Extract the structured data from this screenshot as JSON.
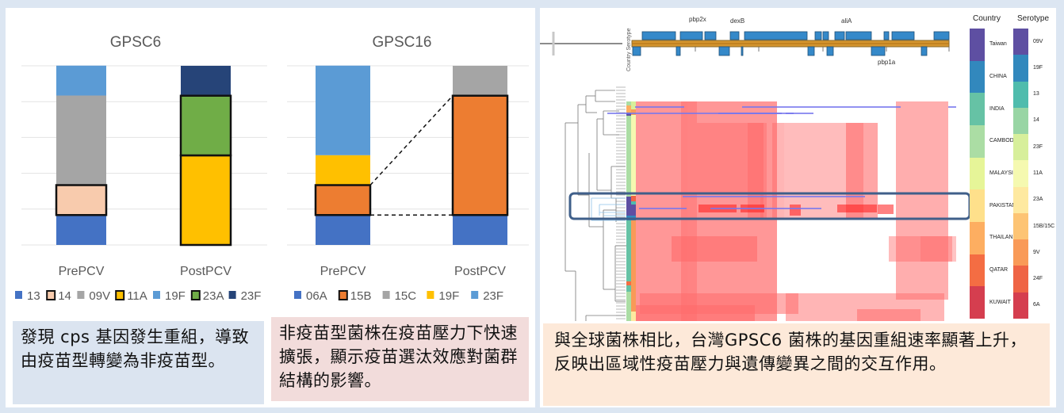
{
  "left_panel": {
    "captions": [
      "發現 cps 基因發生重組，導致由疫苗型轉變為非疫苗型。",
      "非疫苗型菌株在疫苗壓力下快速擴張，顯示疫苗選汰效應對菌群結構的影響。"
    ]
  },
  "right_panel": {
    "caption": "與全球菌株相比，台灣GPSC6 菌株的基因重組速率顯著上升，反映出區域性疫苗壓力與遺傳變異之間的交互作用。",
    "gene_labels": [
      "pbp2x",
      "dexB",
      "aliA",
      "pbp1a"
    ],
    "track_label": "Country Serotype",
    "legend_country": {
      "title": "Country",
      "items": [
        {
          "label": "Taiwan",
          "color": "#5e4fa2"
        },
        {
          "label": "CHINA",
          "color": "#3288bd"
        },
        {
          "label": "INDIA",
          "color": "#66c2a5"
        },
        {
          "label": "CAMBODIA",
          "color": "#abdda4"
        },
        {
          "label": "MALAYSIA",
          "color": "#e6f598"
        },
        {
          "label": "PAKISTAN",
          "color": "#fee08b"
        },
        {
          "label": "THAILAND",
          "color": "#fdae61"
        },
        {
          "label": "QATAR",
          "color": "#f46d43"
        },
        {
          "label": "KUWAIT",
          "color": "#d53e4f"
        }
      ]
    },
    "legend_serotype": {
      "title": "Serotype",
      "items": [
        {
          "label": "09V",
          "color": "#5e4fa2"
        },
        {
          "label": "19F",
          "color": "#3288bd"
        },
        {
          "label": "13",
          "color": "#4fbcad"
        },
        {
          "label": "14",
          "color": "#98d5a4"
        },
        {
          "label": "23F",
          "color": "#d7ef9b"
        },
        {
          "label": "11A",
          "color": "#f5f9b0"
        },
        {
          "label": "23A",
          "color": "#fee9a0"
        },
        {
          "label": "15B/15C",
          "color": "#fdc474"
        },
        {
          "label": "9V",
          "color": "#f99a58"
        },
        {
          "label": "24F",
          "color": "#ef6445"
        },
        {
          "label": "6A",
          "color": "#d53e4f"
        }
      ]
    }
  },
  "chart_data": [
    {
      "type": "bar",
      "stacked": true,
      "title": "GPSC6",
      "categories": [
        "PrePCV",
        "PostPCV"
      ],
      "ylim": [
        0,
        100
      ],
      "ylabel": "",
      "xlabel": "",
      "grid": true,
      "legend_position": "bottom",
      "series": [
        {
          "name": "13",
          "color": "#4472c4",
          "outlined": false,
          "values": [
            16.7,
            0
          ]
        },
        {
          "name": "14",
          "color": "#f8cbad",
          "outlined": true,
          "values": [
            16.7,
            0
          ]
        },
        {
          "name": "09V",
          "color": "#a5a5a5",
          "outlined": false,
          "values": [
            50,
            0
          ]
        },
        {
          "name": "11A",
          "color": "#ffc000",
          "outlined": true,
          "values": [
            0,
            50
          ]
        },
        {
          "name": "19F",
          "color": "#5b9bd5",
          "outlined": false,
          "values": [
            16.7,
            0
          ]
        },
        {
          "name": "23A",
          "color": "#70ad47",
          "outlined": true,
          "values": [
            0,
            33.3
          ]
        },
        {
          "name": "23F",
          "color": "#264478",
          "outlined": false,
          "values": [
            0,
            16.7
          ]
        }
      ]
    },
    {
      "type": "bar",
      "stacked": true,
      "title": "GPSC16",
      "categories": [
        "PrePCV",
        "PostPCV"
      ],
      "ylim": [
        0,
        100
      ],
      "ylabel": "",
      "xlabel": "",
      "grid": true,
      "legend_position": "bottom",
      "series": [
        {
          "name": "06A",
          "color": "#4472c4",
          "outlined": false,
          "values": [
            16.7,
            16.7
          ]
        },
        {
          "name": "15B",
          "color": "#ed7d31",
          "outlined": true,
          "values": [
            16.7,
            66.6
          ]
        },
        {
          "name": "15C",
          "color": "#a5a5a5",
          "outlined": false,
          "values": [
            0,
            16.7
          ]
        },
        {
          "name": "19F",
          "color": "#ffc000",
          "outlined": false,
          "values": [
            16.7,
            0
          ]
        },
        {
          "name": "23F",
          "color": "#5b9bd5",
          "outlined": false,
          "values": [
            50,
            0
          ]
        }
      ]
    }
  ]
}
